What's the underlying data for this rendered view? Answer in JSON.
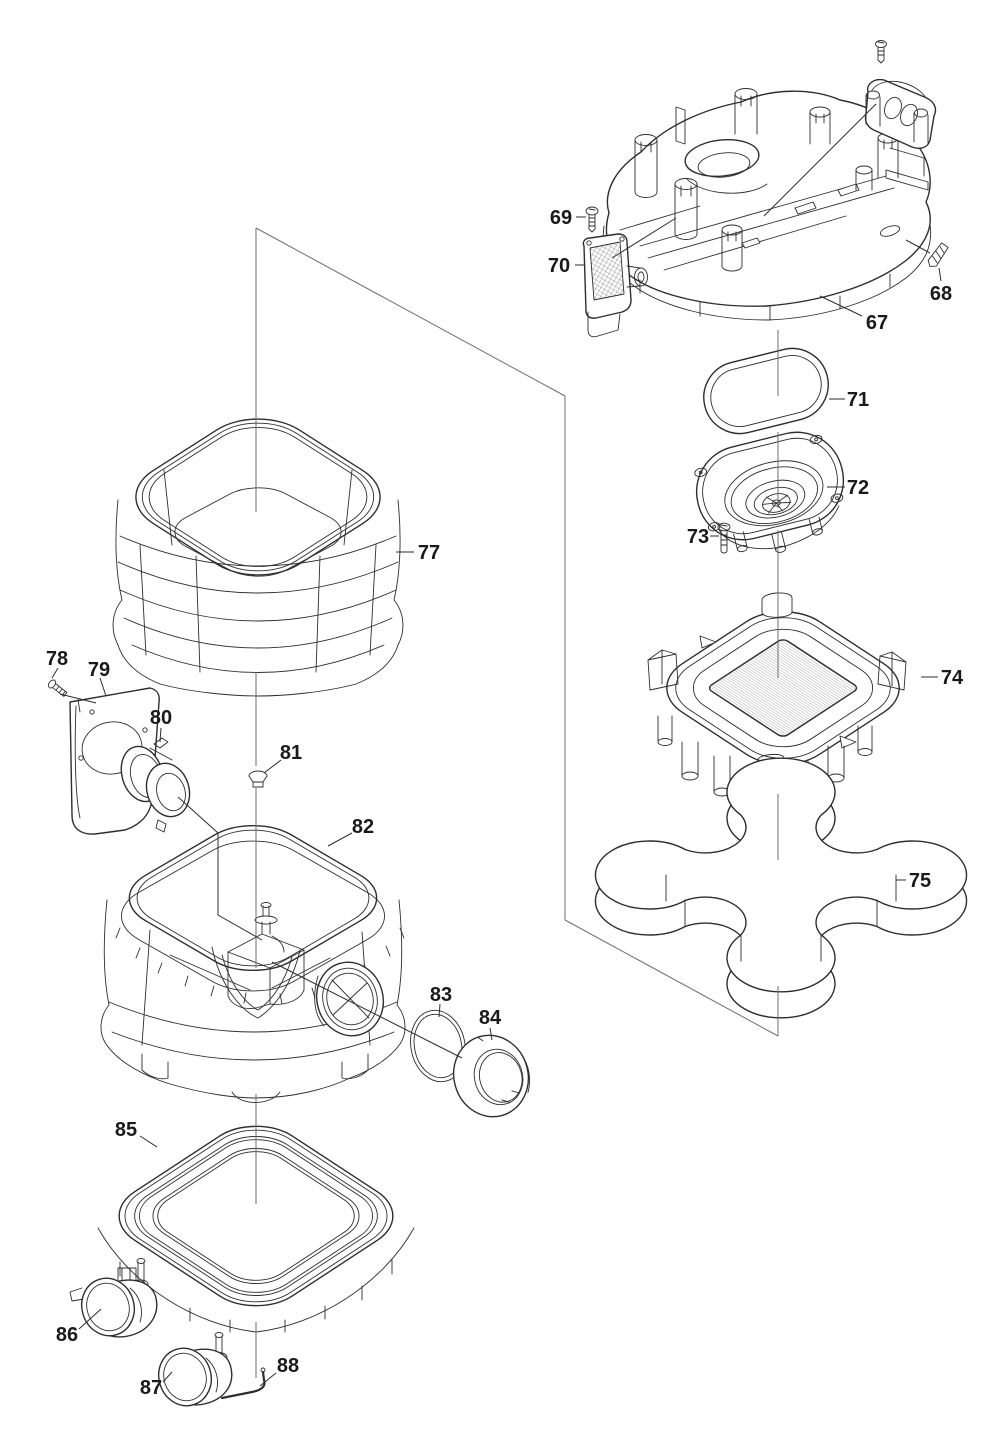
{
  "diagram": {
    "kind": "exploded-parts-diagram",
    "background_color": "#ffffff",
    "line_color": "#2e2e2e",
    "construction_line_color": "#6f6f6f",
    "label_color": "#1a1a1a",
    "labels": {
      "p67": "67",
      "p68": "68",
      "p69": "69",
      "p70": "70",
      "p71": "71",
      "p72": "72",
      "p73": "73",
      "p74": "74",
      "p75": "75",
      "p77": "77",
      "p78": "78",
      "p79": "79",
      "p80": "80",
      "p81": "81",
      "p82": "82",
      "p83": "83",
      "p84": "84",
      "p85": "85",
      "p86": "86",
      "p87": "87",
      "p88": "88"
    }
  }
}
